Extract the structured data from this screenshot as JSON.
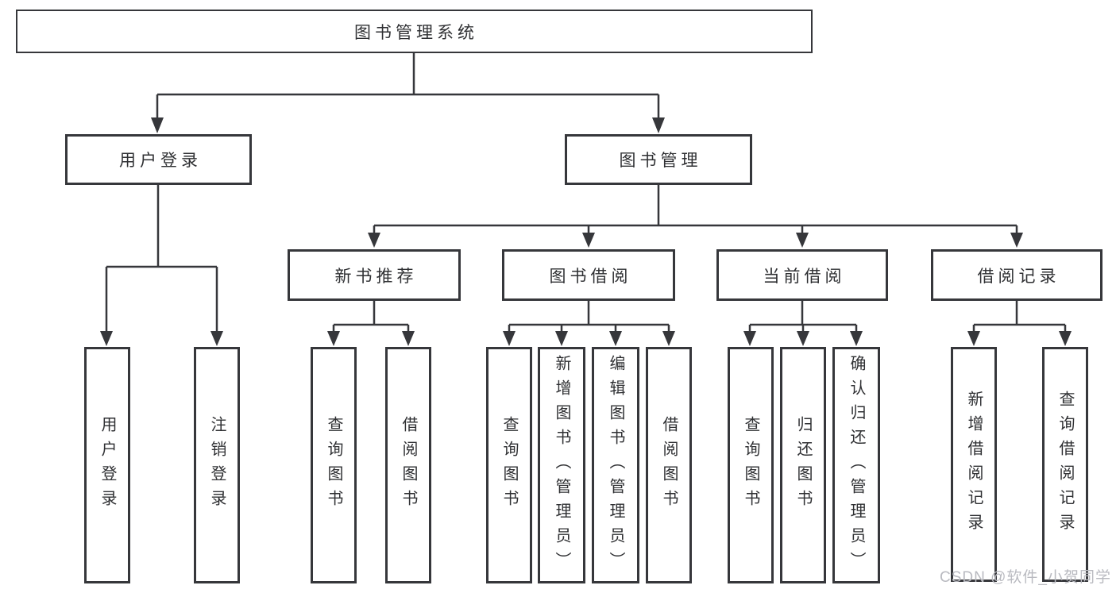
{
  "diagram": {
    "title": "图书管理系统",
    "type": "functional-structure-tree"
  },
  "tree": {
    "root": {
      "label": "图书管理系统"
    },
    "children": [
      {
        "label": "用户登录",
        "children": [
          {
            "label": "用户登录"
          },
          {
            "label": "注销登录"
          }
        ]
      },
      {
        "label": "图书管理",
        "children": [
          {
            "label": "新书推荐",
            "children": [
              {
                "label": "查询图书"
              },
              {
                "label": "借阅图书"
              }
            ]
          },
          {
            "label": "图书借阅",
            "children": [
              {
                "label": "查询图书"
              },
              {
                "label": "新增图书（管理员）"
              },
              {
                "label": "编辑图书（管理员）"
              },
              {
                "label": "借阅图书"
              }
            ]
          },
          {
            "label": "当前借阅",
            "children": [
              {
                "label": "查询图书"
              },
              {
                "label": "归还图书"
              },
              {
                "label": "确认归还（管理员）"
              }
            ]
          },
          {
            "label": "借阅记录",
            "children": [
              {
                "label": "新增借阅记录"
              },
              {
                "label": "查询借阅记录"
              }
            ]
          }
        ]
      }
    ]
  },
  "watermark": {
    "text": "CSDN @软件_小贺同学",
    "color": "#b9bac0"
  },
  "colors": {
    "background": "#ffffff",
    "box_border": "#36373b",
    "line": "#36373b",
    "text": "#2f3033"
  }
}
